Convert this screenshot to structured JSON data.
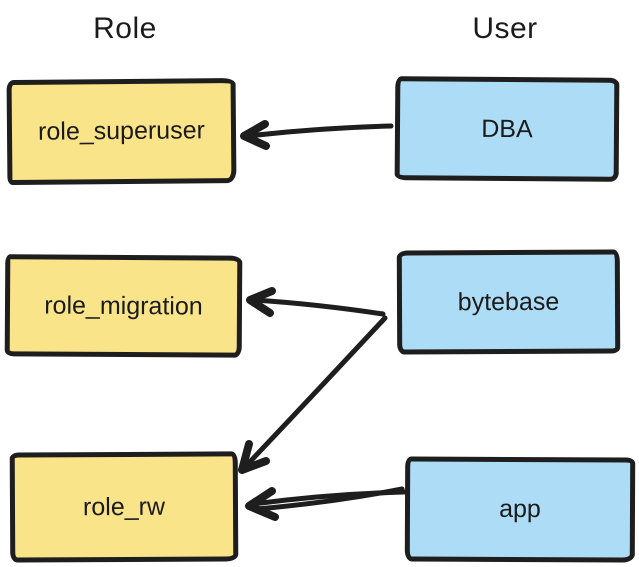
{
  "diagram": {
    "titles": {
      "left": "Role",
      "right": "User"
    },
    "colors": {
      "role_fill": "#f9e48a",
      "user_fill": "#addcf6",
      "stroke": "#1e1e1e",
      "background": "#ffffff"
    },
    "nodes": [
      {
        "id": "role_superuser",
        "label": "role_superuser",
        "type": "role"
      },
      {
        "id": "role_migration",
        "label": "role_migration",
        "type": "role"
      },
      {
        "id": "role_rw",
        "label": "role_rw",
        "type": "role"
      },
      {
        "id": "dba",
        "label": "DBA",
        "type": "user"
      },
      {
        "id": "bytebase",
        "label": "bytebase",
        "type": "user"
      },
      {
        "id": "app",
        "label": "app",
        "type": "user"
      }
    ],
    "edges": [
      {
        "from": "DBA",
        "to": "role_superuser"
      },
      {
        "from": "bytebase",
        "to": "role_migration"
      },
      {
        "from": "bytebase",
        "to": "role_rw"
      },
      {
        "from": "app",
        "to": "role_rw"
      }
    ]
  }
}
